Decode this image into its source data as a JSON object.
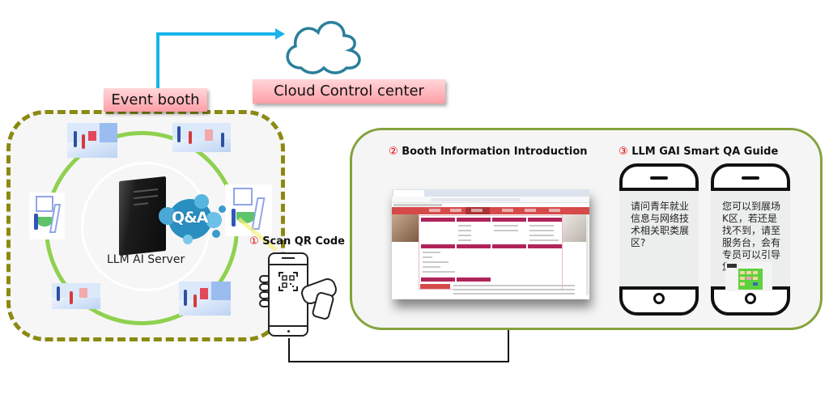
{
  "diagram": {
    "cloud": {
      "label": "Cloud Control center",
      "icon": "cloud-icon"
    },
    "event_booth": {
      "label": "Event booth",
      "server_label": "LLM AI Server",
      "qa_badge": "Q&A",
      "booth_icons": [
        "booth-scene-icon",
        "booth-scene-icon",
        "kiosk-icon",
        "kiosk-icon",
        "booth-scene-icon",
        "booth-scene-icon"
      ]
    },
    "steps": [
      {
        "number": "①",
        "label": "Scan QR Code"
      },
      {
        "number": "②",
        "label": "Booth Information Introduction"
      },
      {
        "number": "③",
        "label": "LLM GAI Smart QA Guide"
      }
    ],
    "chat": {
      "question": "请问青年就业信息与网络技术相关职类展区?",
      "answer": "您可以到展场K区，若还是找不到，请至服务台，会有专员可以引导您。",
      "answer_attachment": "floor-map-image"
    },
    "colors": {
      "booth_border": "#8a8a12",
      "ring": "#8fd14f",
      "info_border": "#84a33c",
      "cloud_stroke": "#2a7f9a",
      "cloud_arrow": "#1ab4e8",
      "label_bg": "#ff9ea6",
      "step_number": "#e00000",
      "site_nav": "#d64a4a",
      "site_menu_head": "#b0245b"
    }
  }
}
